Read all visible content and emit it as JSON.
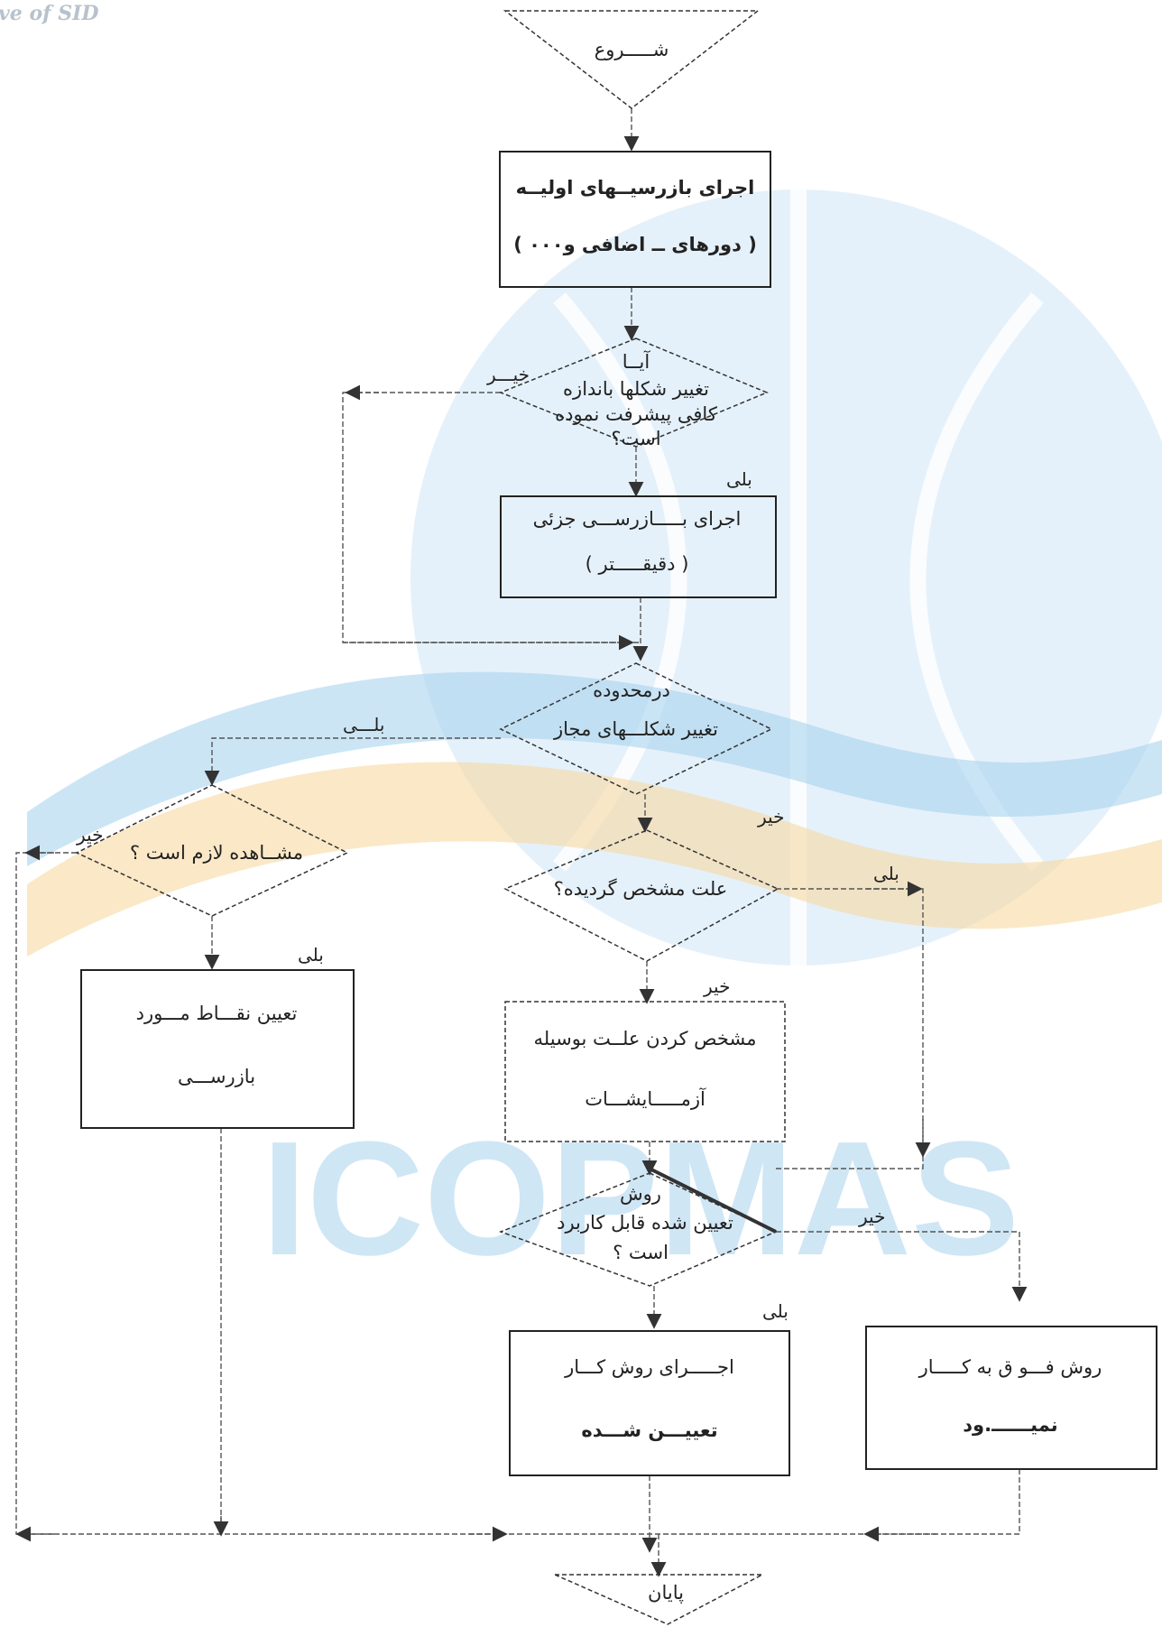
{
  "watermark": {
    "text": "ve of SID",
    "logo_text": "ICOPMAS",
    "colors": {
      "globe": "#a9d3ee",
      "band": "#f5c87a",
      "letters": "#7fb8e0"
    }
  },
  "nodes": {
    "start": {
      "label": "شـــــروع"
    },
    "initial_inspection": {
      "line1": "اجرای بازرسیــهای اولیــه",
      "line2": "( دورهای ــ اضافی و۰۰۰ )"
    },
    "decision_change_progress": {
      "line1": "آیــا",
      "line2": "تغییر شکلها باندازه",
      "line3": "کافی پیشرفت نموده",
      "line4": "است؟"
    },
    "detailed_inspection": {
      "line1": "اجرای بـــــازرســـی جزئی",
      "line2": "( دقیقـــــتر )"
    },
    "decision_within_limits": {
      "line1": "درمحدوده",
      "line2": "تغییر شکلـــهای مجاز"
    },
    "decision_observation_needed": {
      "line1": "مشــاهده لازم است ؟"
    },
    "decision_cause_identified": {
      "line1": "علت مشخص گردیده؟"
    },
    "determine_points": {
      "line1": "تعیین نقـــاط مـــورد",
      "line2": "بازرســـی"
    },
    "identify_cause": {
      "line1": "مشخص کردن علــت بوسیله",
      "line2": "آزمـــــایشـــات"
    },
    "decision_method_applicable": {
      "line1": "روش",
      "line2": "تعیین شده قابل کاربرد",
      "line3": "است ؟"
    },
    "execute_method": {
      "line1": "اجـــــرای روش کـــار",
      "line2": "تعییـــن شـــده"
    },
    "method_not_used": {
      "line1": "روش فـــو ق به کـــــار",
      "line2": "نمیــــــ.ود"
    },
    "end": {
      "label": "پایان"
    }
  },
  "edge_labels": {
    "progress_no": "خیـــر",
    "progress_yes": "بلی",
    "limits_yes": "بلـــی",
    "limits_no": "خیر",
    "observation_no": "خیر",
    "observation_yes": "بلی",
    "cause_yes": "بلی",
    "cause_no": "خیر",
    "method_no": "خیر",
    "method_yes": "بلی"
  }
}
